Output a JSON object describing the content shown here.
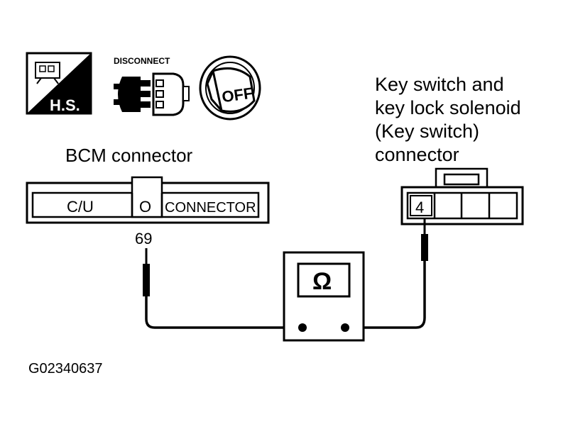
{
  "icons": {
    "harness_service_label": "H.S.",
    "disconnect_label": "DISCONNECT",
    "ignition_label": "OFF"
  },
  "bcm": {
    "title": "BCM connector",
    "cu_label": "C/U",
    "o_label": "O",
    "connector_label": "CONNECTOR",
    "terminal": "69"
  },
  "key_switch": {
    "title_line1": "Key switch and",
    "title_line2": "key lock solenoid",
    "title_line3": "(Key switch)",
    "title_line4": "connector",
    "terminal": "4"
  },
  "meter": {
    "symbol": "Ω"
  },
  "figure_id": "G02340637"
}
